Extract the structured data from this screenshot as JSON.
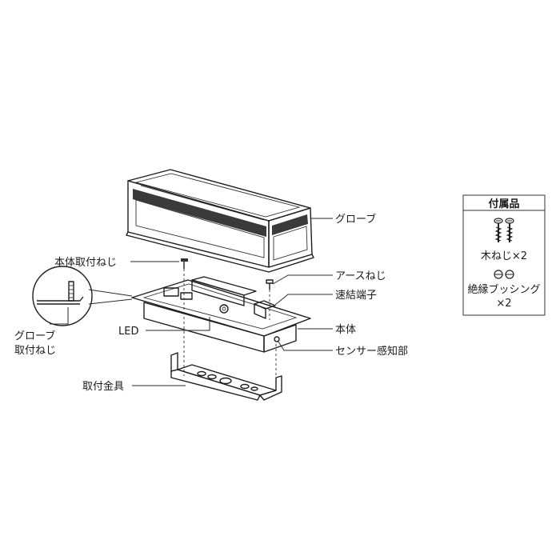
{
  "labels": {
    "globe": "グローブ",
    "body_mount_screw": "本体取付ねじ",
    "earth_screw": "アースねじ",
    "connector_terminal": "速結端子",
    "body": "本体",
    "led": "LED",
    "sensor": "センサー感知部",
    "globe_screw_line1": "グローブ",
    "globe_screw_line2": "取付ねじ",
    "mounting_bracket": "取付金具"
  },
  "accessories": {
    "title": "付属品",
    "wood_screw": "木ねじ×2",
    "bushing_line1": "絶縁ブッシング",
    "bushing_line2": "×2"
  }
}
